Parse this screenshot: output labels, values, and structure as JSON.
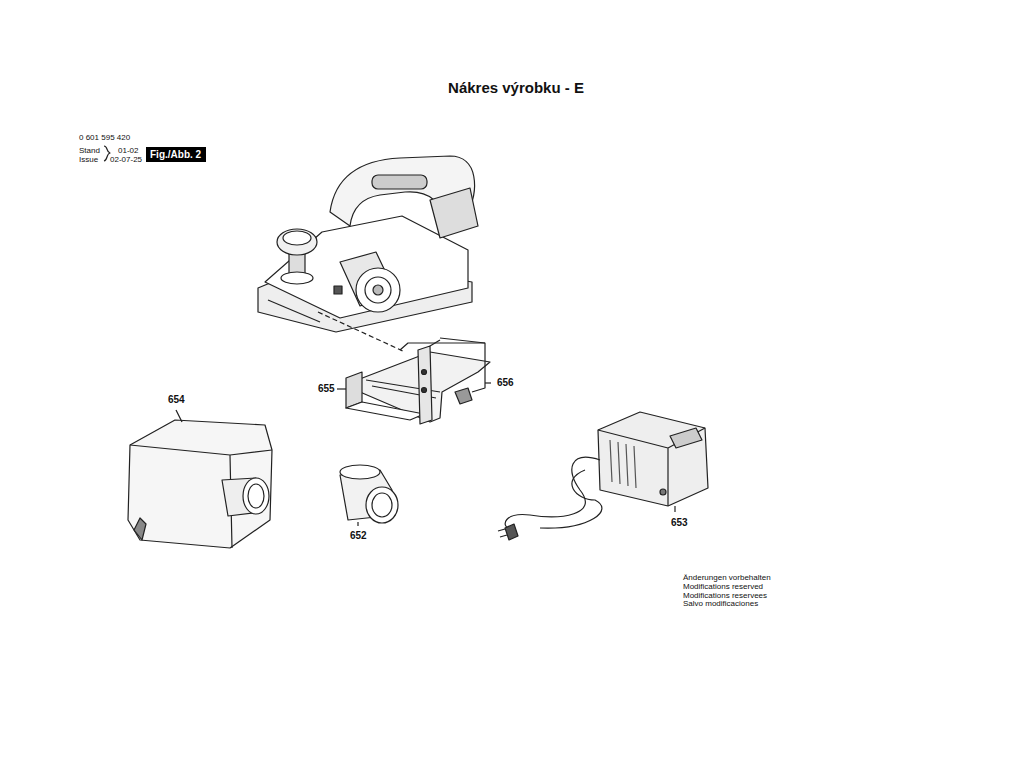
{
  "diagram": {
    "title": "Nákres výrobku - E",
    "nodes": [
      {
        "text": [
          "Fig./Abb. 2"
        ]
      }
    ],
    "labels": [
      "0 601 595 420",
      "Stand",
      "Issue",
      "01-02",
      "02-07-25",
      "656",
      "655",
      "654",
      "652",
      "653",
      "Änderungen vorbehalten",
      "Modifications reserved",
      "Modifications reservees",
      "Salvo modificaciones"
    ]
  }
}
